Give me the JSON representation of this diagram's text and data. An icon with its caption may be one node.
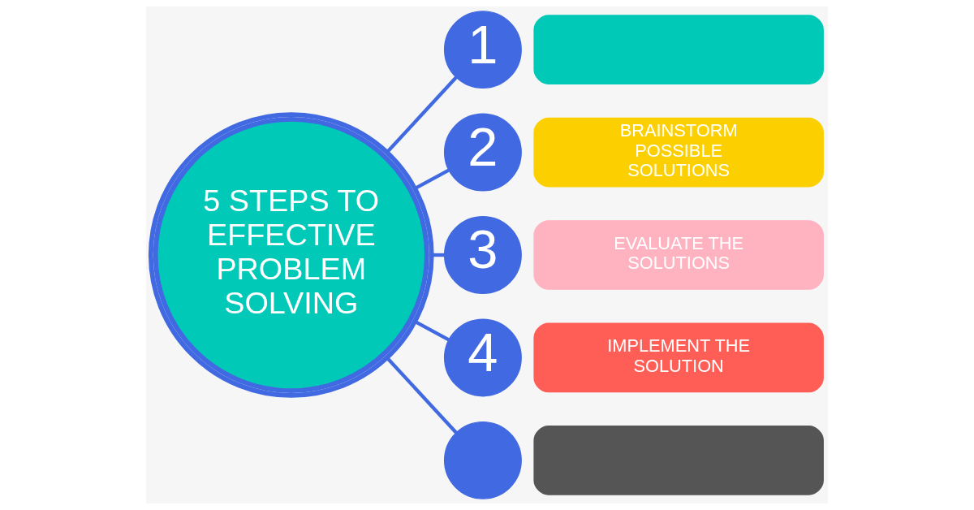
{
  "diagram": {
    "nodes": [
      {
        "text": [
          "5 STEPS TO EFFECTIVE PROBLEM SOLVING"
        ]
      },
      {
        "text": [
          "1"
        ]
      },
      {
        "text": [],
        "shape": "bar"
      },
      {
        "text": [
          "2"
        ]
      },
      {
        "text": [
          "BRAINSTORM POSSIBLE SOLUTIONS"
        ]
      },
      {
        "text": [
          "3"
        ]
      },
      {
        "text": [
          "EVALUATE THE SOLUTIONS"
        ]
      },
      {
        "text": [
          "4"
        ]
      },
      {
        "text": [
          "IMPLEMENT THE SOLUTION"
        ]
      },
      {
        "text": [],
        "shape": "circle"
      },
      {
        "text": [],
        "shape": "bar"
      }
    ],
    "edges": [
      {
        "from": 0,
        "to": 1,
        "arrow": "none"
      },
      {
        "from": 0,
        "to": 3,
        "arrow": "none"
      },
      {
        "from": 0,
        "to": 5,
        "arrow": "none"
      },
      {
        "from": 0,
        "to": 7,
        "arrow": "none"
      },
      {
        "from": 0,
        "to": 9,
        "arrow": "none"
      }
    ]
  }
}
